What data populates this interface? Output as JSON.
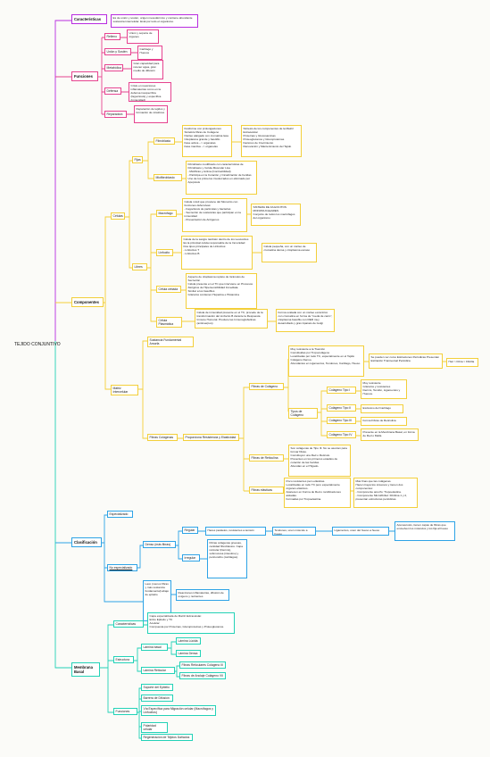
{
  "root": "TEJIDO CONJUNTIVO",
  "caracteristicas": {
    "title": "Características",
    "text": "Es de unión y sostén, origen mesodérmico y contiene abundante sustancia intercelular. Está por todo el organismo."
  },
  "funciones": {
    "title": "Funciones",
    "items": [
      {
        "label": "Relleno",
        "text": "Unión y soporte de órganos"
      },
      {
        "label": "Unión y Sostén",
        "text": "Cartílago y Huesos"
      },
      {
        "label": "Metabólica",
        "text": "Gran capacidad para retener agua, gran medio de difusión"
      },
      {
        "label": "Defensa",
        "text": "Crisis en reacciones inflamatorias como en la defensa inespecífica (fagocitosis) y específica (inmunidad)"
      },
      {
        "label": "Reparadora",
        "text": "Reparación de tejidos y formación de cicatrices"
      }
    ]
  },
  "componentes": {
    "title": "Componentes",
    "celulas": "Células",
    "fijas": "Fijas",
    "libres": "Libres",
    "fibroblasto": {
      "label": "Fibroblasto",
      "text": "Fusiforme con prolongaciones\nSintetiza fibras de Colágeno\nNúcleo alargado con cromatina laxa\nCitoplasma grande y basófilo\nFase activa --> organelas\nFase inactiva --> organelas",
      "note": "Síntesis de los componentes de la Matriz Extracelular\nProteínas y Glucosaminas\nProteoglucanos y Glucoproteínas\nFactores de Crecimiento\nRenovación y Mantenimiento del Tejido"
    },
    "miofibroblasto": {
      "label": "Miofibroblasto",
      "text": "Fibroblasto modificado con características de Fibroblasto y Célula Muscular Lisa\n- Miofibras y Actina (Contractilidad)\n- Participa en la Curación y Cicatrización de heridas\nUno de los primeros involucrados en eliminado por Apoptosis"
    },
    "macrofago": {
      "label": "Macrófago",
      "text": "Célula móvil que proviene del Monocito con funciones defensivas:\n- Fagocitosis de partículas y bacterias\n- Secreción de sustancias que participan en la inmunidad\n- Presentación de Antígenos",
      "note": "SISTEMA DE FAGOCITOS MONONUCLEARES\nConjunto de todos los macrófagos del organismo"
    },
    "linfocito": {
      "label": "Linfocito",
      "text": "Célula de la sangre también dentro de los Leucocitos\nEs la principal célula responsable de la Inmunidad\nDos tipos principales de Linfocitos:\n- Linfocitos T\n- Linfocitos B",
      "note": "Célula pequeña, con un núcleo de cromatina densa y citoplasma escaso"
    },
    "cebada": {
      "label": "Célula cebada",
      "text": "Aspecto de citoplasma repleto de Gránulos de Secreción\nCélula presente en el TC que interviene en Procesos Alérgicos de Hipersensibilidad Inmediata.\nSimilar a los basófilos\nGránulos contienen Heparina e Histamina"
    },
    "plasmatica": {
      "label": "Célula Plasmática",
      "text": "Célula de inmunidad presente en el TC, procede de la transformación del Linfocito B durante la Respuesta Inmune Humoral. Produce las Inmunoglobulinas (anticuerpos)",
      "note": "Forma ovalada con un núcleo excéntrico con cromatina en forma de \"rueda de carro\", citoplasma basófilo con RER muy desarrollado y gran Aparato de Golgi"
    },
    "matriz": "Matriz Intercelular",
    "sustancia": "Sustancia Fundamental Amorfa",
    "fibras": "Fibras Colágenas",
    "proteina": "Proporciona Resistencia y Elasticidad",
    "fibras_colageno": {
      "label": "Fibras de Colágeno",
      "text": "Muy resistente a la Tracción\nConstituidas por Tropocolágeno\nLocalizadas por todo TC, especialmente en el Tejido Colágeno Denso.\nAbundantes en Ligamentos, Tendones, Cartílago, Hueso.",
      "note": "Se pueden ver como Estriaciones Periódicas Presentan Estriación Transversal Periódica",
      "extra": "Haz > Fibra > Fibrilla"
    },
    "tipos": {
      "label": "Tipos de Colágeno",
      "items": [
        {
          "label": "Colágeno Tipo I",
          "text": "Muy resistente\nGránulos y resistentes\nDermis, Tendón, Ligamentos y Huesos."
        },
        {
          "label": "Colágeno Tipo II",
          "text": "Exclusivo del Cartílago"
        },
        {
          "label": "Colágeno Tipo III",
          "text": "Forma Fibras de Reticulina"
        },
        {
          "label": "Colágeno Tipo IV",
          "text": "Presente en la Membrana Basal, en forma de Red o Malla"
        }
      ]
    },
    "reticulina": {
      "label": "Fibras de Reticulina",
      "text": "Son colágenas de Tipo III. No se asocian para formar fibras.\nConstituyen una Red o Retículo.\nPresentes en los primeros estadios de curación de las heridas\nAbundan en el Hígado."
    },
    "elasticas": {
      "label": "Fibras elásticas",
      "text": "Poco resistentes pero elásticas.\nLocalizadas en todo TC pero especialmente órganos elásticos.\nAparecen en Forma de Red o ramificaciones aisladas.\nFormadas por Tropoelastina.",
      "note": "Más finas que las colágenas.\nHacen trayectos sinuosos y tienen dos componentes:\n- Componente amorfo: Tropoelastina.\n- Componente Microfibrilar: Fibrilina 1 y 2, presentan estructuras periódicas."
    }
  },
  "clasificacion": {
    "title": "Clasificación",
    "especializado": "Especializado",
    "no_especializado": "No especializado",
    "denso": "Denso (más fibras)",
    "regular": "Regular",
    "regular_items": [
      "Haces paralelos, resistentes a tensión",
      "Tendones, unen músculo a hueso",
      "Ligamentos, unen del hueso a hueso"
    ],
    "regular_note": "Aponeurosis, tienen capas de fibras que envuelven los músculos y los fija al hueso",
    "irregular": "Irregular",
    "irregular_text": "Fibras colágenas gruesas, cantidad fibroblastos. Capa reticular (Dermis), submucosa (intestino) y pericondrio (cartílagos).",
    "laxo": "Laxo (menos fibras y más sustancia fundamental) abajo de epitelio",
    "laxo_text": "Reacciones inflamatorias, difusión de oxígeno y nutrientes"
  },
  "membrana": {
    "title": "Membrana Basal",
    "caracteristicas": "Características",
    "caracteristicas_text": "Capa especializada de Matriz Extracelular.\nEntre Epitelio y TC\nAcelular\nCompuesta por Proteínas, Glucoproteínas y Proteoglucanos.",
    "estructura": "Estructura",
    "lamina_basal": "Lámina basal",
    "lucida": "Lámina Lúcida",
    "densa": "Lámina Densa",
    "reticular": "Lámina Reticular",
    "ret1": "Fibras Reticulares Colágeno III",
    "ret2": "Fibras de Anclaje Colágeno VII",
    "funciones": "Funciones",
    "funciones_items": [
      "Soporte del Epitelio",
      "Barrera de Difusión",
      "Vía Específica para Migración celular (Macrófagos y Linfocitos)",
      "Polaridad celular",
      "Regeneración de Tejidos Dañados"
    ]
  }
}
